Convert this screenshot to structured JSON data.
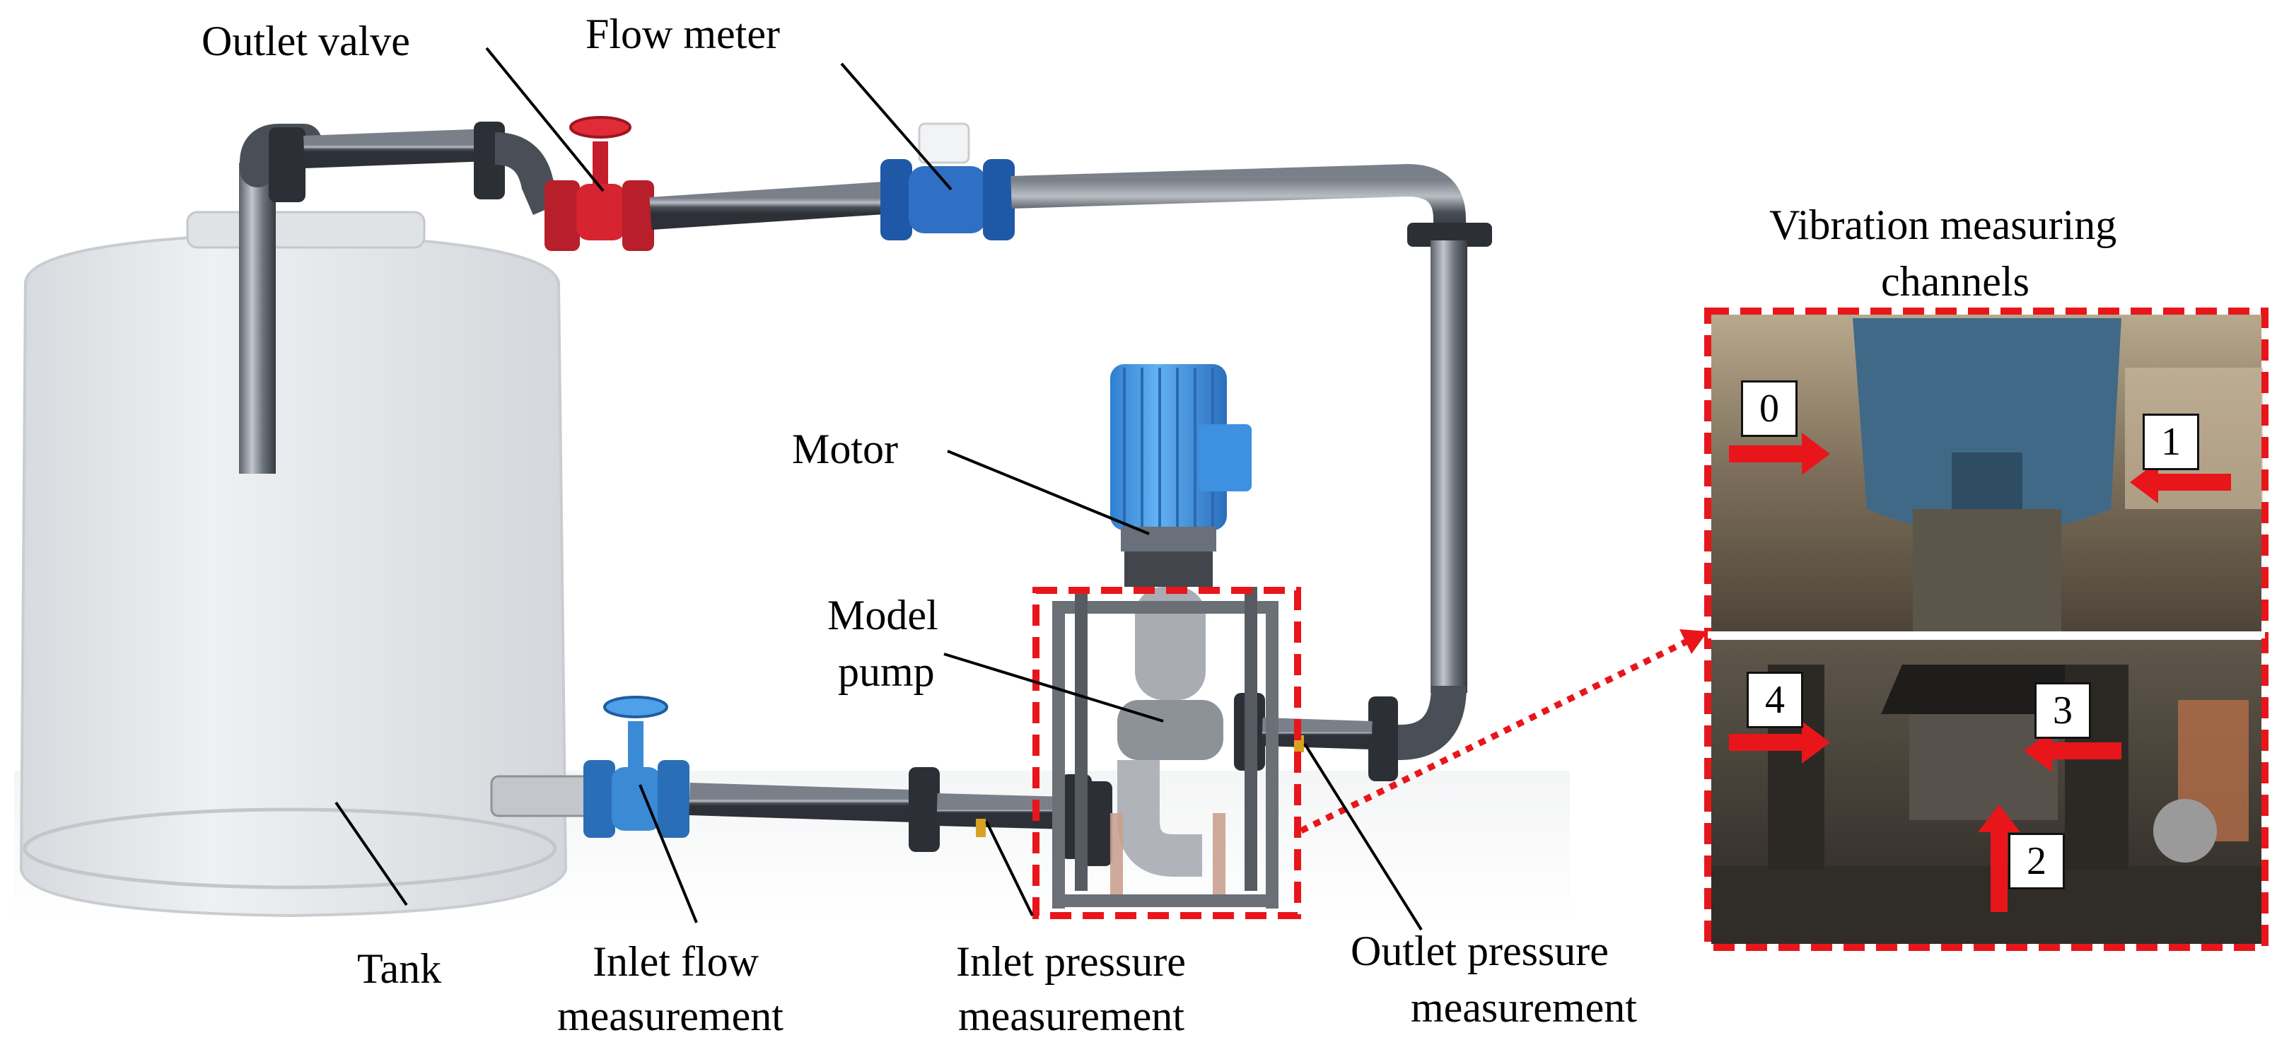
{
  "labels": {
    "outlet_valve": "Outlet valve",
    "flow_meter": "Flow meter",
    "motor": "Motor",
    "model_pump_line1": "Model",
    "model_pump_line2": "pump",
    "tank": "Tank",
    "inlet_flow_line1": "Inlet flow",
    "inlet_flow_line2": "measurement",
    "inlet_pressure_line1": "Inlet pressure",
    "inlet_pressure_line2": "measurement",
    "outlet_pressure_line1": "Outlet pressure",
    "outlet_pressure_line2": "measurement",
    "vibration_line1": "Vibration measuring",
    "vibration_line2": "channels"
  },
  "channels": [
    "0",
    "1",
    "2",
    "3",
    "4"
  ],
  "colors": {
    "highlight_dashed": "#e8161b",
    "arrow_red": "#e8161b",
    "valve_red": "#d62430",
    "meter_blue": "#2f6fc4",
    "motor_blue": "#3b8fdd",
    "pipe_grey": "#4a4f57",
    "tank_fill": "#e4e6e9"
  }
}
